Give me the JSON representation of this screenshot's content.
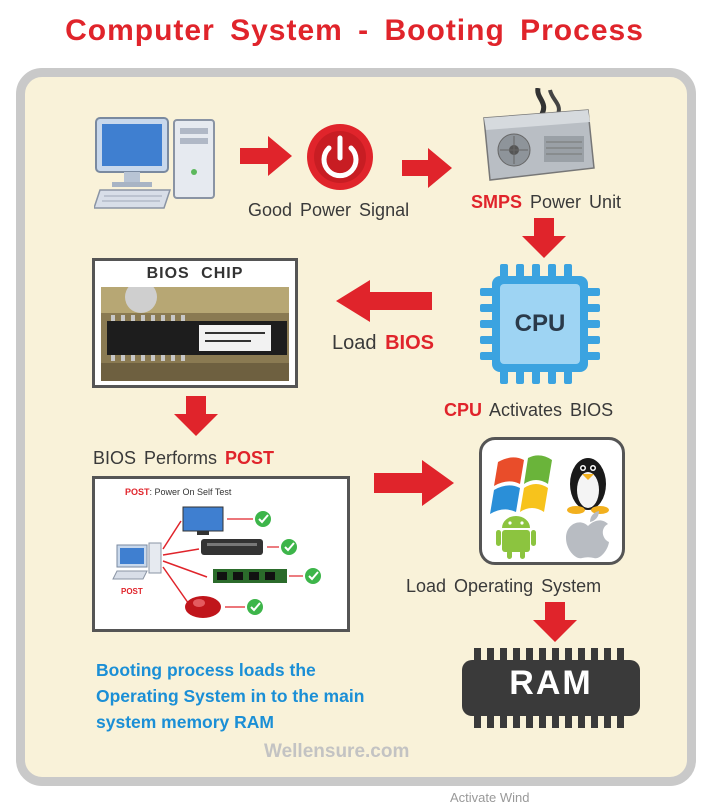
{
  "title": "Computer System - Booting Process",
  "labels": {
    "good_power": "Good Power Signal",
    "smps_bold": "SMPS",
    "smps_rest": "Power Unit",
    "bios_chip": "BIOS CHIP",
    "load_prefix": "Load",
    "load_bios": "BIOS",
    "cpu_chip": "CPU",
    "cpu_bold": "CPU",
    "cpu_rest": "Activates BIOS",
    "bios_performs": "BIOS Performs",
    "post": "POST",
    "post_head_bold": "POST",
    "post_head_rest": ": Power On Self Test",
    "post_side": "POST",
    "load_os": "Load Operating System",
    "ram": "RAM"
  },
  "description": "Booting process loads the Operating System in to the main system memory RAM",
  "watermark": "Wellensure.com",
  "overlay_text": "Activate Wind",
  "colors": {
    "accent_red": "#e0242b",
    "blue_text": "#1b8fd6",
    "panel_bg": "#f9f2d9",
    "cpu_blue": "#3ba3e0",
    "ram_dark": "#3a3a3a"
  },
  "icons": [
    "computer-icon",
    "power-button-icon",
    "power-supply-icon",
    "bios-chip-image",
    "cpu-chip-icon",
    "post-diagram-image",
    "operating-systems-icon",
    "ram-chip-icon"
  ]
}
